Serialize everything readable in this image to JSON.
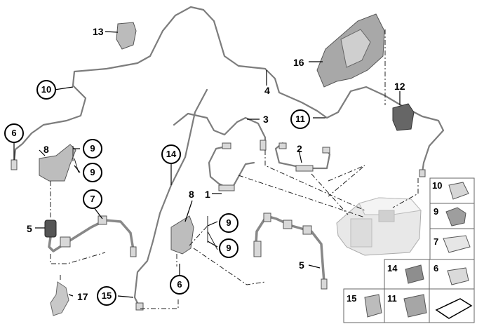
{
  "callouts": {
    "c2": "2",
    "c3": "3",
    "c4": "4",
    "c5a": "5",
    "c5b": "5",
    "c6a": "6",
    "c6b": "6",
    "c7": "7",
    "c8a": "8",
    "c8b": "8",
    "c9a": "9",
    "c9b": "9",
    "c9c": "9",
    "c9d": "9",
    "c10": "10",
    "c11": "11",
    "c12": "12",
    "c13": "13",
    "c14": "14",
    "c15": "15",
    "c16": "16",
    "c17": "17",
    "c1": "1"
  },
  "legend": {
    "l10": "10",
    "l9": "9",
    "l7": "7",
    "l14": "14",
    "l6": "6",
    "l15": "15",
    "l11": "11"
  }
}
